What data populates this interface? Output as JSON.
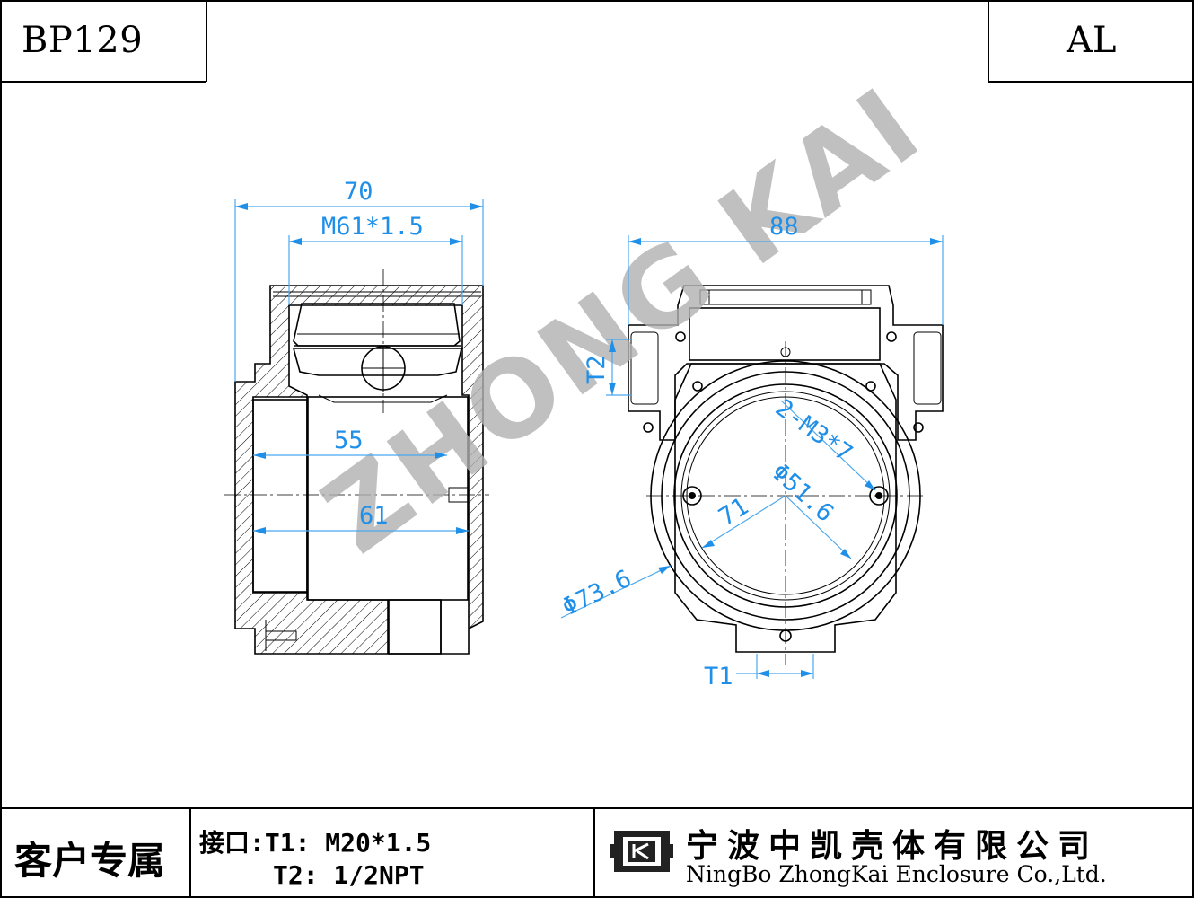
{
  "title_block": {
    "part_no": "BP129",
    "material": "AL",
    "customer_label": "客户专属",
    "port_line1": "接口:T1: M20*1.5",
    "port_line2": "T2: 1/2NPT",
    "company_cn": "宁波中凯壳体有限公司",
    "company_en": "NingBo ZhongKai Enclosure Co.,Ltd."
  },
  "watermark": "ZHONG KAI",
  "dimensions": {
    "side_width": "70",
    "side_thread": "M61*1.5",
    "side_inner_a": "55",
    "side_inner_b": "61",
    "front_width": "88",
    "front_t2": "T2",
    "front_screws": "2-M3*7",
    "front_dia_inner": "Φ51.6",
    "front_pcd": "71",
    "front_dia_outer": "Φ73.6",
    "front_t1": "T1"
  },
  "colors": {
    "dimension": "#1f8fe8",
    "outline": "#000000",
    "watermark": "#b0b0b0"
  }
}
